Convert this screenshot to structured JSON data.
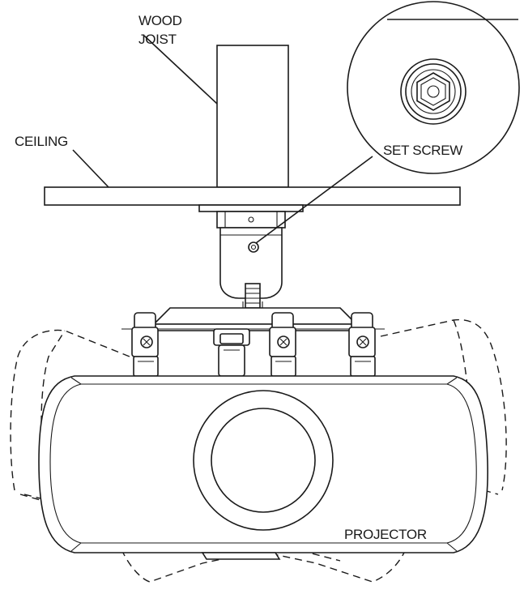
{
  "labels": {
    "wood_joist_line1": "WOOD",
    "wood_joist_line2": "JOIST",
    "ceiling": "CEILING",
    "set_screw": "SET SCREW",
    "projector": "PROJECTOR"
  },
  "colors": {
    "line": "#1a1a1a",
    "background": "#ffffff"
  }
}
